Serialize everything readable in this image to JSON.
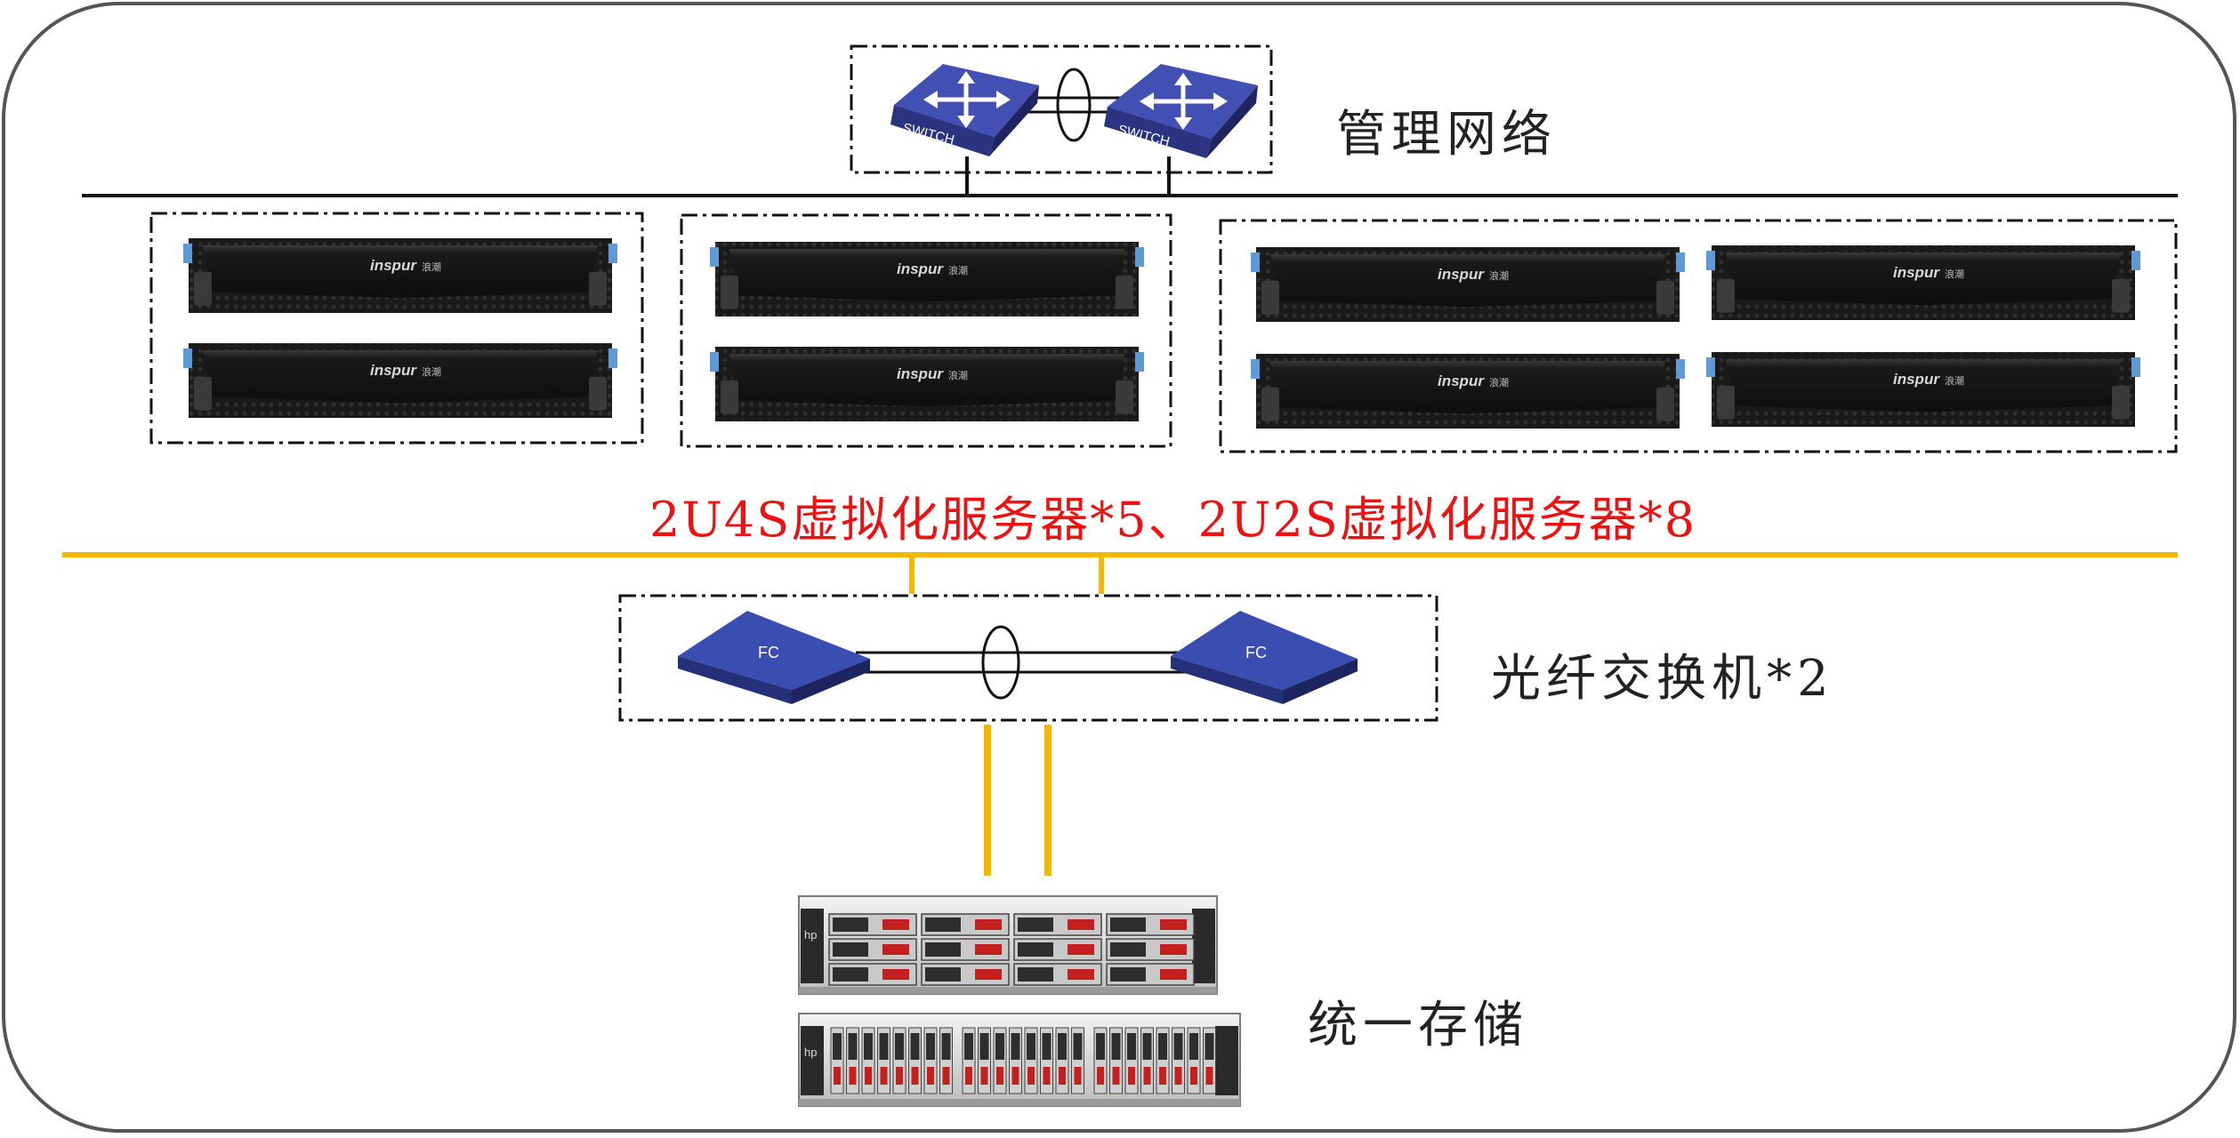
{
  "labels": {
    "management_network": "管理网络",
    "servers": "2U4S虚拟化服务器*5、2U2S虚拟化服务器*8",
    "fc_switches": "光纤交换机*2",
    "storage": "统一存储"
  },
  "devices": {
    "switch_label": "SWITCH",
    "fc_label": "FC",
    "server_brand": "inspur",
    "server_brand_cn": "浪潮",
    "storage_brand": "hp"
  },
  "colors": {
    "frame": "#555555",
    "network_line": "#111111",
    "fc_link": "#f5b800",
    "switch_blue": "#3b47a8",
    "fc_blue": "#3a4db0",
    "server_face": "#1b1b1b",
    "server_tab": "#5f9ad6",
    "accent_red": "#ee1111"
  }
}
